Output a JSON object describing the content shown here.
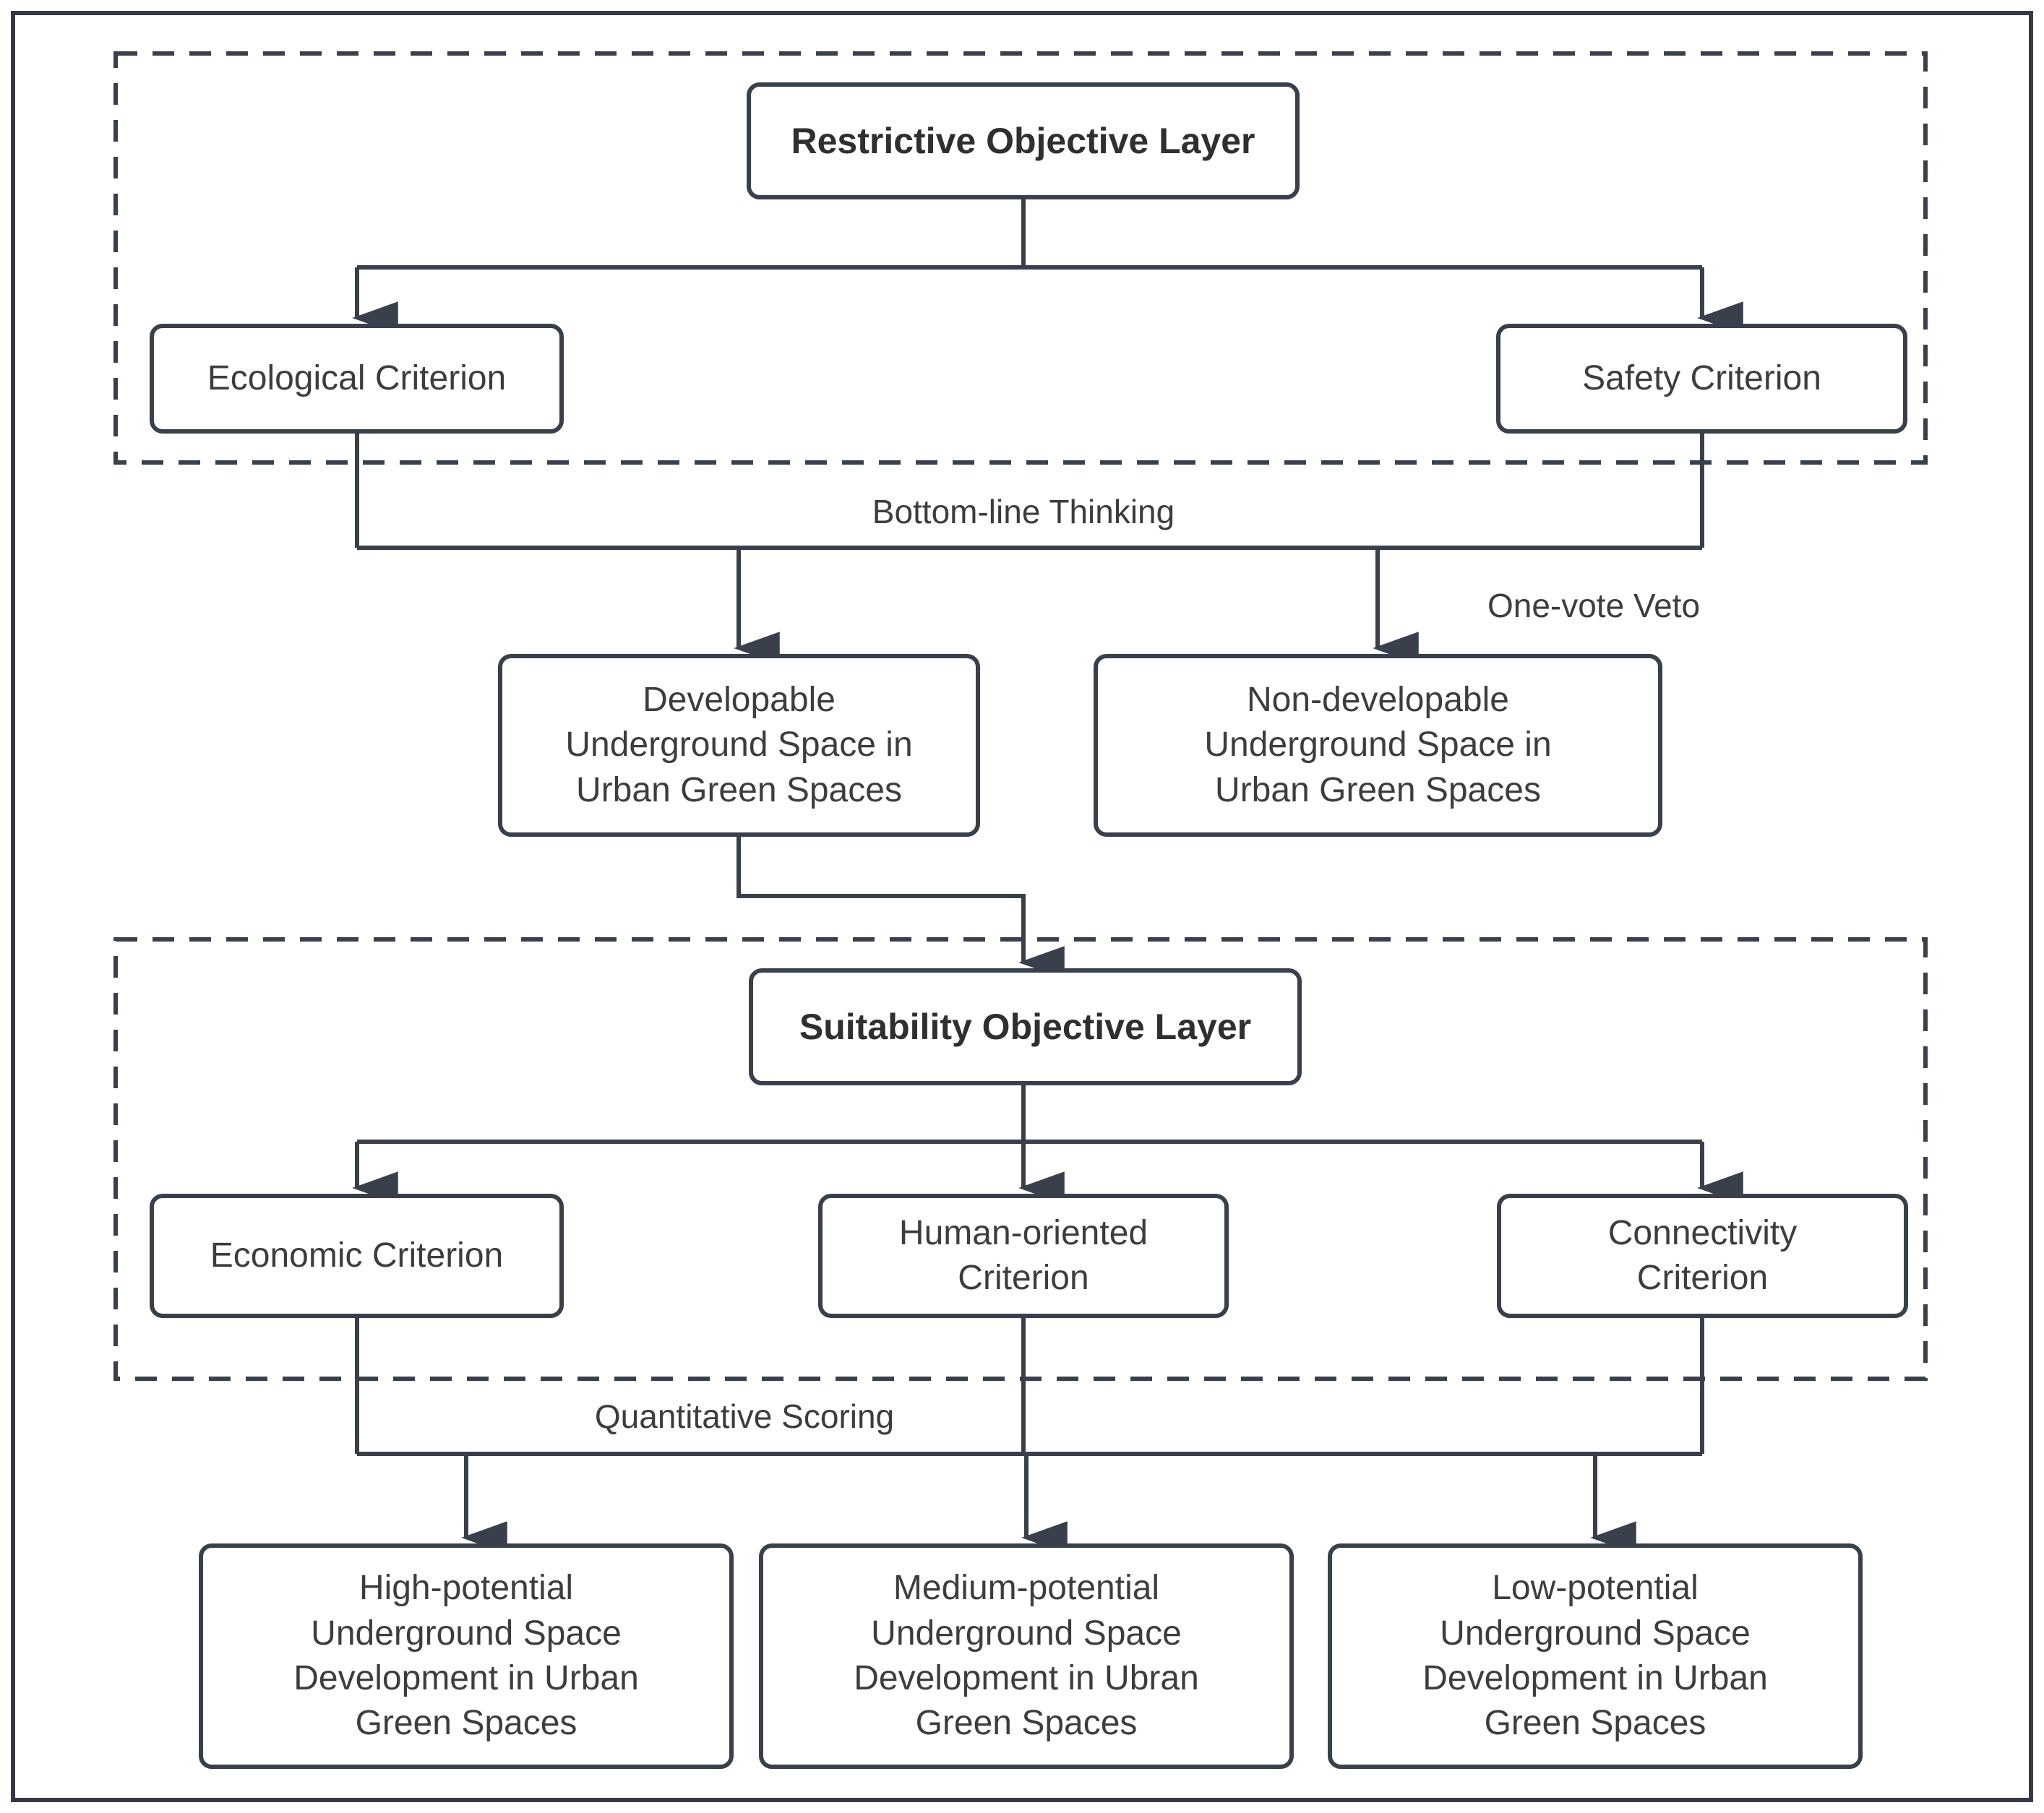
{
  "diagram": {
    "colors": {
      "stroke": "#39404b",
      "text": "#3d3d3d",
      "background": "#ffffff"
    },
    "restrictive_group": {
      "title_box": {
        "label": "Restrictive Objective Layer"
      },
      "ecological": {
        "label": "Ecological Criterion"
      },
      "safety": {
        "label": "Safety Criterion"
      }
    },
    "edge_labels": {
      "bottom_line_thinking": "Bottom-line Thinking",
      "one_vote_veto": "One-vote Veto",
      "quantitative_scoring": "Quantitative Scoring"
    },
    "middle_nodes": {
      "developable": {
        "label": "Developable\nUnderground Space in\nUrban Green Spaces"
      },
      "non_developable": {
        "label": "Non-developable\nUnderground Space in\nUrban Green Spaces"
      }
    },
    "suitability_group": {
      "title_box": {
        "label": "Suitability Objective Layer"
      },
      "economic": {
        "label": "Economic Criterion"
      },
      "human_oriented": {
        "label": "Human-oriented\nCriterion"
      },
      "connectivity": {
        "label": "Connectivity\nCriterion"
      }
    },
    "result_nodes": {
      "high_potential": {
        "label": "High-potential\nUnderground Space\nDevelopment in Urban\nGreen Spaces"
      },
      "medium_potential": {
        "label": "Medium-potential\nUnderground Space\nDevelopment in Ubran\nGreen Spaces"
      },
      "low_potential": {
        "label": "Low-potential\nUnderground Space\nDevelopment in Urban\nGreen Spaces"
      }
    }
  }
}
